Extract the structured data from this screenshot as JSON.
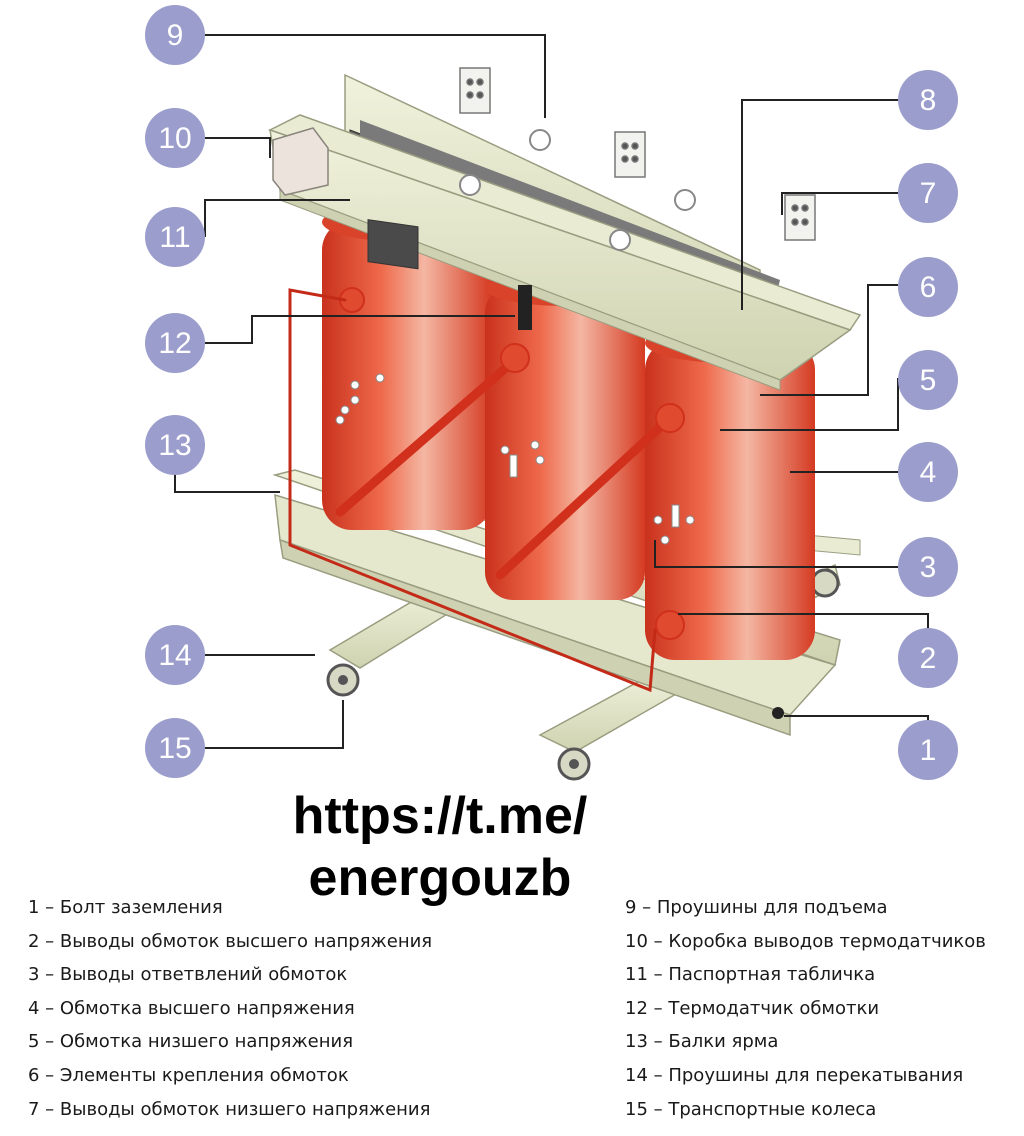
{
  "watermark": {
    "line1": "https://t.me/",
    "line2": "energouzb"
  },
  "callouts": [
    "1",
    "2",
    "3",
    "4",
    "5",
    "6",
    "7",
    "8",
    "9",
    "10",
    "11",
    "12",
    "13",
    "14",
    "15"
  ],
  "legend": {
    "left": [
      "1 – Болт заземления",
      "2 – Выводы обмоток высшего напряжения",
      "3 – Выводы ответвлений обмоток",
      "4 – Обмотка высшего напряжения",
      "5 – Обмотка низшего напряжения",
      "6 – Элементы крепления обмоток",
      "7 – Выводы обмоток низшего напряжения"
    ],
    "right": [
      "9 – Проушины для подъема",
      "10 – Коробка выводов термодатчиков",
      "11 – Паспортная табличка",
      "12 – Термодатчик обмотки",
      "13 – Балки ярма",
      "14 – Проушины для перекатывания",
      "15 – Транспортные колеса"
    ]
  },
  "colors": {
    "callout_fill": "#9b9dcc",
    "coil": "#e2452a",
    "frame": "#e3e6c8",
    "leader": "#222222"
  }
}
